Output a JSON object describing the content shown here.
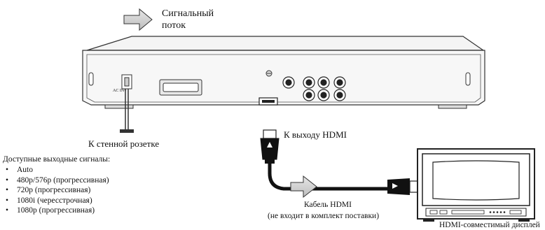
{
  "signal_flow": {
    "label_line1": "Сигнальный",
    "label_line2": "поток"
  },
  "player": {
    "ac_label": "AC IN~"
  },
  "labels": {
    "wall_outlet": "К стенной розетке",
    "hdmi_out": "К выходу HDMI",
    "hdmi_cable": "Кабель HDMI",
    "hdmi_cable_note": "(не входит в комплект поставки)",
    "display": "HDMI-совместимый дисплей"
  },
  "outputs": {
    "heading": "Доступные выходные сигналы:",
    "items": [
      "Auto",
      "480p/576p (прогрессивная)",
      "720p (прогрессивная)",
      "1080i (чересстрочная)",
      "1080p (прогрессивная)"
    ]
  }
}
